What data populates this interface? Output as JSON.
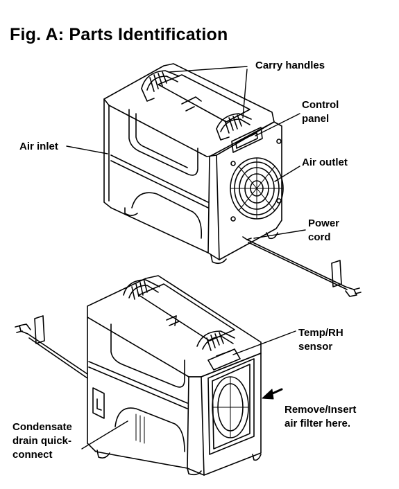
{
  "figure": {
    "title": "Fig. A: Parts Identification"
  },
  "labels": {
    "carry_handles": "Carry handles",
    "control_panel": [
      "Control",
      "panel"
    ],
    "air_inlet": "Air inlet",
    "air_outlet": "Air outlet",
    "power_cord": [
      "Power",
      "cord"
    ],
    "temp_rh_sensor": [
      "Temp/RH",
      "sensor"
    ],
    "air_filter": [
      "Remove/Insert",
      "air filter here."
    ],
    "condensate_drain": [
      "Condensate",
      "drain quick-",
      "connect"
    ]
  }
}
